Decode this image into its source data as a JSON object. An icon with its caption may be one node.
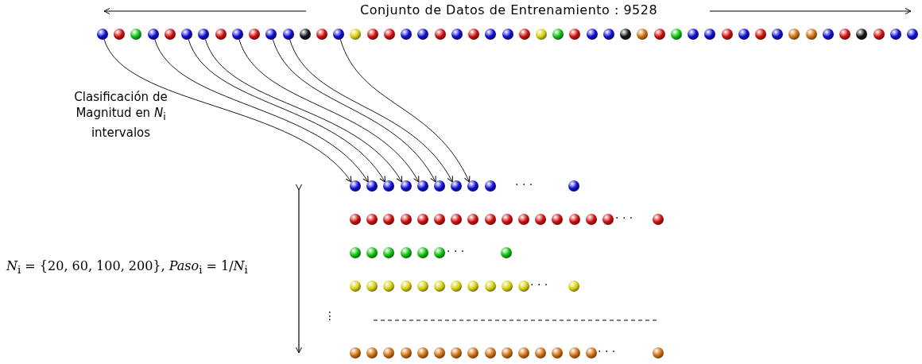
{
  "diagram": {
    "nodes": [
      {
        "text": [],
        "shape": "circle"
      },
      {
        "text": [],
        "shape": "circle"
      },
      {
        "text": [],
        "shape": "circle"
      },
      {
        "text": [],
        "shape": "circle"
      },
      {
        "text": [],
        "shape": "circle"
      },
      {
        "text": [],
        "shape": "circle"
      },
      {
        "text": [],
        "shape": "circle"
      },
      {
        "text": [],
        "shape": "circle"
      },
      {
        "text": [],
        "shape": "circle"
      },
      {
        "text": [],
        "shape": "circle"
      },
      {
        "text": [],
        "shape": "circle"
      },
      {
        "text": [],
        "shape": "circle"
      },
      {
        "text": [],
        "shape": "circle"
      },
      {
        "text": [],
        "shape": "circle"
      },
      {
        "text": [],
        "shape": "circle"
      },
      {
        "text": [],
        "shape": "circle"
      },
      {
        "text": [],
        "shape": "circle"
      },
      {
        "text": [],
        "shape": "circle"
      },
      {
        "text": [],
        "shape": "circle"
      },
      {
        "text": [],
        "shape": "circle"
      },
      {
        "text": [],
        "shape": "circle"
      },
      {
        "text": [],
        "shape": "circle"
      },
      {
        "text": [],
        "shape": "circle"
      },
      {
        "text": [],
        "shape": "circle"
      },
      {
        "text": [],
        "shape": "circle"
      },
      {
        "text": [],
        "shape": "circle"
      },
      {
        "text": [],
        "shape": "circle"
      },
      {
        "text": [],
        "shape": "circle"
      },
      {
        "text": [],
        "shape": "circle"
      },
      {
        "text": [],
        "shape": "circle"
      },
      {
        "text": [],
        "shape": "circle"
      },
      {
        "text": [],
        "shape": "circle"
      },
      {
        "text": [],
        "shape": "circle"
      },
      {
        "text": [],
        "shape": "circle"
      },
      {
        "text": [],
        "shape": "circle"
      },
      {
        "text": [],
        "shape": "circle"
      },
      {
        "text": [],
        "shape": "circle"
      },
      {
        "text": [],
        "shape": "circle"
      },
      {
        "text": [],
        "shape": "circle"
      },
      {
        "text": [],
        "shape": "circle"
      },
      {
        "text": [],
        "shape": "circle"
      },
      {
        "text": [],
        "shape": "circle"
      },
      {
        "text": [],
        "shape": "circle"
      },
      {
        "text": [],
        "shape": "circle"
      },
      {
        "text": [],
        "shape": "circle"
      },
      {
        "text": [],
        "shape": "circle"
      },
      {
        "text": [],
        "shape": "circle"
      },
      {
        "text": [],
        "shape": "circle"
      },
      {
        "text": [],
        "shape": "circle"
      },
      {
        "text": [],
        "shape": "circle"
      },
      {
        "text": [],
        "shape": "circle"
      },
      {
        "text": [],
        "shape": "circle"
      },
      {
        "text": [],
        "shape": "circle"
      },
      {
        "text": [],
        "shape": "circle"
      },
      {
        "text": [],
        "shape": "circle"
      },
      {
        "text": [],
        "shape": "circle"
      },
      {
        "text": [],
        "shape": "circle"
      },
      {
        "text": [],
        "shape": "circle"
      },
      {
        "text": [],
        "shape": "circle"
      },
      {
        "text": [],
        "shape": "circle"
      },
      {
        "text": [],
        "shape": "circle"
      },
      {
        "text": [],
        "shape": "circle"
      },
      {
        "text": [],
        "shape": "circle"
      },
      {
        "text": [],
        "shape": "circle"
      },
      {
        "text": [],
        "shape": "circle"
      },
      {
        "text": [],
        "shape": "circle"
      },
      {
        "text": [],
        "shape": "circle"
      },
      {
        "text": [],
        "shape": "circle"
      },
      {
        "text": [],
        "shape": "circle"
      },
      {
        "text": [],
        "shape": "circle"
      },
      {
        "text": [],
        "shape": "circle"
      },
      {
        "text": [],
        "shape": "circle"
      },
      {
        "text": [],
        "shape": "circle"
      },
      {
        "text": [],
        "shape": "circle"
      },
      {
        "text": [],
        "shape": "circle"
      },
      {
        "text": [],
        "shape": "circle"
      },
      {
        "text": [],
        "shape": "circle"
      },
      {
        "text": [],
        "shape": "circle"
      },
      {
        "text": [],
        "shape": "circle"
      },
      {
        "text": [],
        "shape": "circle"
      },
      {
        "text": [],
        "shape": "circle"
      },
      {
        "text": [],
        "shape": "circle"
      },
      {
        "text": [],
        "shape": "circle"
      },
      {
        "text": [],
        "shape": "circle"
      },
      {
        "text": [],
        "shape": "circle"
      },
      {
        "text": [],
        "shape": "circle"
      },
      {
        "text": [],
        "shape": "circle"
      },
      {
        "text": [],
        "shape": "circle"
      },
      {
        "text": [],
        "shape": "circle"
      },
      {
        "text": [],
        "shape": "circle"
      },
      {
        "text": [],
        "shape": "circle"
      },
      {
        "text": [],
        "shape": "circle"
      },
      {
        "text": [],
        "shape": "circle"
      },
      {
        "text": [],
        "shape": "circle"
      },
      {
        "text": [],
        "shape": "circle"
      },
      {
        "text": [],
        "shape": "circle"
      },
      {
        "text": [],
        "shape": "circle"
      },
      {
        "text": [],
        "shape": "circle"
      },
      {
        "text": [],
        "shape": "circle"
      },
      {
        "text": [],
        "shape": "circle"
      },
      {
        "text": [],
        "shape": "circle"
      },
      {
        "text": [],
        "shape": "circle"
      },
      {
        "text": [],
        "shape": "circle"
      },
      {
        "text": [],
        "shape": "circle"
      },
      {
        "text": [],
        "shape": "circle"
      },
      {
        "text": [],
        "shape": "circle"
      },
      {
        "text": [],
        "shape": "circle"
      },
      {
        "text": [],
        "shape": "circle"
      },
      {
        "text": [],
        "shape": "circle"
      },
      {
        "text": [],
        "shape": "circle"
      },
      {
        "text": [],
        "shape": "circle"
      }
    ],
    "edges": [
      {
        "from": 0,
        "to": 49,
        "arrow": "to"
      },
      {
        "from": 3,
        "to": 50,
        "arrow": "to"
      },
      {
        "from": 5,
        "to": 51,
        "arrow": "to"
      },
      {
        "from": 6,
        "to": 52,
        "arrow": "to"
      },
      {
        "from": 8,
        "to": 53,
        "arrow": "to"
      },
      {
        "from": 10,
        "to": 54,
        "arrow": "to"
      },
      {
        "from": 11,
        "to": 55,
        "arrow": "to"
      },
      {
        "from": 14,
        "to": 56,
        "arrow": "to"
      }
    ],
    "labels": [
      "Conjunto de Datos de Entrenamiento : 9528",
      "Clasificación de Magnitud en *N*$_{i}$ intervalos",
      "· · ·",
      "· · ·",
      "· · ·",
      "*N*$_{i}$ = {20, 60, 100, 200}, *Paso*$_{i}$ = 1/*N*$_{i}$",
      "· · ·",
      "⋮",
      "· · ·"
    ]
  }
}
